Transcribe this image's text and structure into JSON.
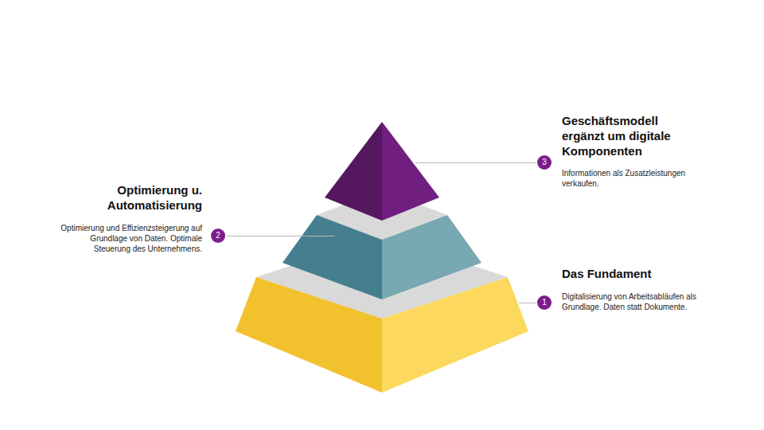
{
  "diagram": {
    "nodes": [
      {
        "text": [
          "3",
          "Geschäftsmodell ergänzt um digitale Komponenten",
          "Informationen als Zusatzleistungen verkaufen."
        ]
      },
      {
        "text": [
          "2",
          "Optimierung u. Automatisierung",
          "Optimierung und Effizienzsteigerung auf Grundlage von Daten. Optimale Steuerung des Unternehmens."
        ]
      },
      {
        "text": [
          "1",
          "Das Fundament",
          "Digitalisierung von Arbeitsabläufen als Grundlage. Daten statt Dokumente."
        ]
      }
    ]
  }
}
